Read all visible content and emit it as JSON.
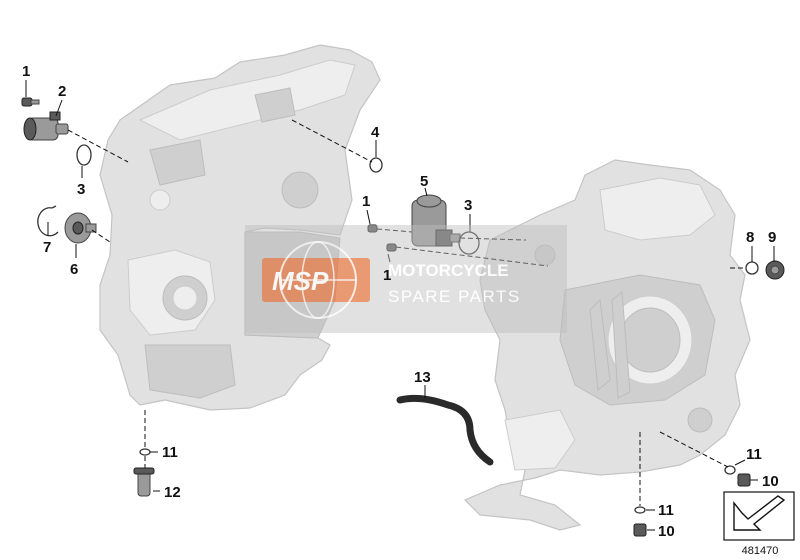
{
  "diagram": {
    "callouts": [
      {
        "id": "c1a",
        "text": "1"
      },
      {
        "id": "c2",
        "text": "2"
      },
      {
        "id": "c3a",
        "text": "3"
      },
      {
        "id": "c4",
        "text": "4"
      },
      {
        "id": "c7",
        "text": "7"
      },
      {
        "id": "c6",
        "text": "6"
      },
      {
        "id": "c5",
        "text": "5"
      },
      {
        "id": "c1b",
        "text": "1"
      },
      {
        "id": "c3b",
        "text": "3"
      },
      {
        "id": "c1c",
        "text": "1"
      },
      {
        "id": "c8",
        "text": "8"
      },
      {
        "id": "c9",
        "text": "9"
      },
      {
        "id": "c13",
        "text": "13"
      },
      {
        "id": "c11a",
        "text": "11"
      },
      {
        "id": "c12",
        "text": "12"
      },
      {
        "id": "c11b",
        "text": "11"
      },
      {
        "id": "c10a",
        "text": "10"
      },
      {
        "id": "c11c",
        "text": "11"
      },
      {
        "id": "c10b",
        "text": "10"
      }
    ],
    "diagram_code": "481470"
  },
  "watermark": {
    "logo": "MSP",
    "line1": "MOTORCYCLE",
    "line2": "SPARE PARTS",
    "color": "#e8743b"
  }
}
